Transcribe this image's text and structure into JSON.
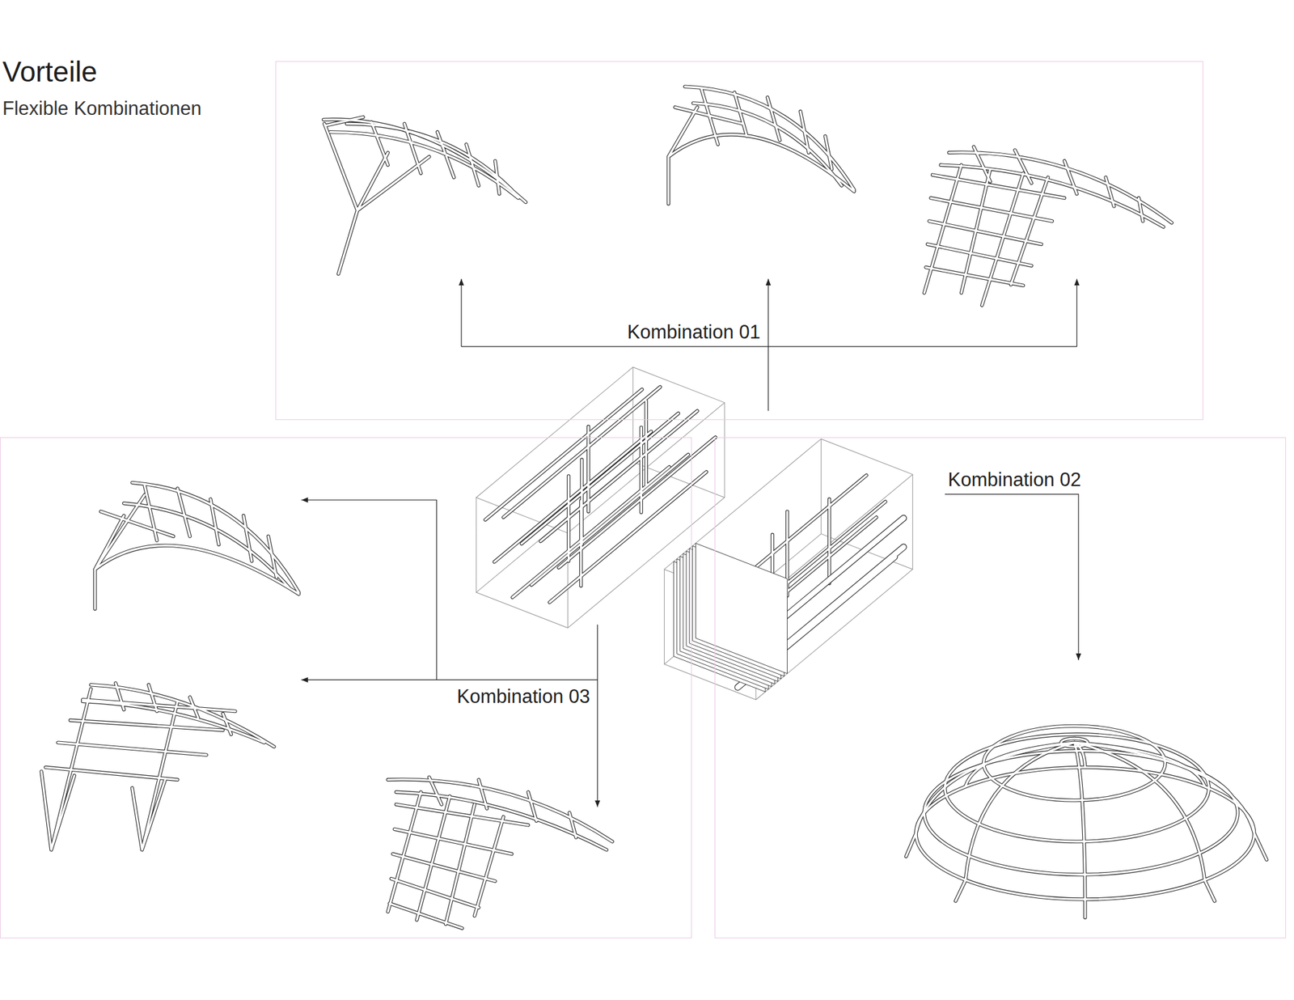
{
  "diagram": {
    "title": "Vorteile",
    "nodes": [
      {
        "text": [
          "Kombination 01"
        ]
      },
      {
        "text": [
          "Kombination 03"
        ]
      },
      {
        "text": [
          "Kombination 02"
        ]
      }
    ],
    "labels": [
      "Flexible Kombinationen"
    ]
  }
}
